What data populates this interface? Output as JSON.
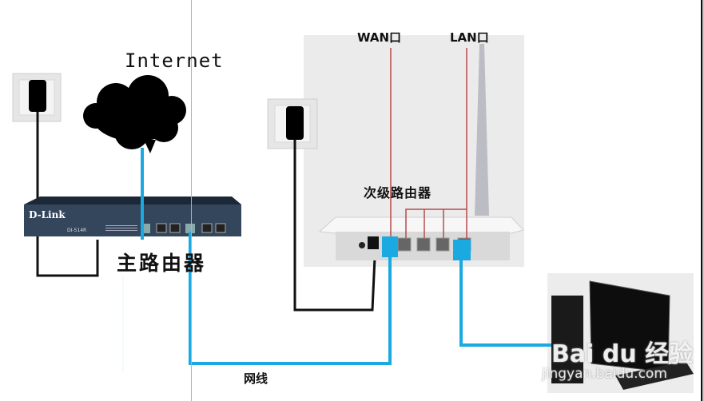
{
  "labels": {
    "internet": "Internet",
    "main_router": "主路由器",
    "secondary_router": "次级路由器",
    "wan_port": "WAN口",
    "lan_port": "LAN口",
    "network_cable": "网线"
  },
  "devices": {
    "main_router_brand": "D-Link",
    "main_router_model": "DI-514R"
  },
  "watermark": {
    "brand": "Bai du 经验",
    "url": "jingyan.baidu.com"
  },
  "colors": {
    "cable_blue": "#1aa9e0",
    "guide_cyan": "#3ee0f0",
    "port_line_red": "#b84a4a",
    "power_cable_black": "#111111"
  }
}
